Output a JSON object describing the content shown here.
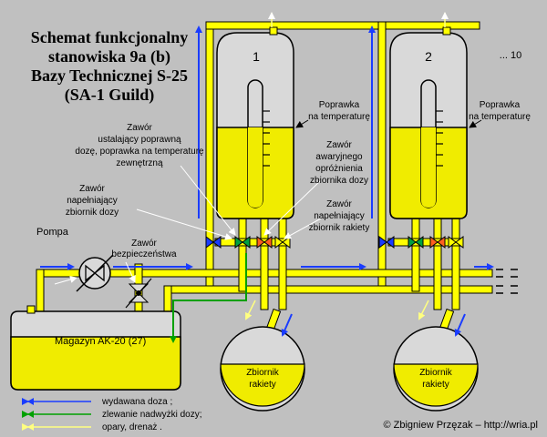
{
  "title": {
    "line1": "Schemat funkcjonalny",
    "line2": "stanowiska 9a (b)",
    "line3": "Bazy Technicznej S-25",
    "line4": "(SA-1 Guild)"
  },
  "stations": {
    "s1": "1",
    "s2": "2",
    "more": "... 10"
  },
  "labels": {
    "correction1_l1": "Poprawka",
    "correction1_l2": "na temperaturę",
    "correction2_l1": "Poprawka",
    "correction2_l2": "na temperaturę",
    "dose_valve_l1": "Zawór",
    "dose_valve_l2": "ustalający poprawną",
    "dose_valve_l3": "dozę, poprawka na temperaturę",
    "dose_valve_l4": "zewnętrzną",
    "emergency_l1": "Zawór",
    "emergency_l2": "awaryjnego",
    "emergency_l3": "opróżnienia",
    "emergency_l4": "zbiornika dozy",
    "fill_dose_l1": "Zawór",
    "fill_dose_l2": "napełniający",
    "fill_dose_l3": "zbiornik dozy",
    "fill_rocket_l1": "Zawór",
    "fill_rocket_l2": "napełniający",
    "fill_rocket_l3": "zbiornik rakiety",
    "pump": "Pompa",
    "safety_l1": "Zawór",
    "safety_l2": "bezpieczeństwa",
    "storage": "Magazyn AK-20 (27)",
    "rocket1_l1": "Zbiornik",
    "rocket1_l2": "rakiety",
    "rocket2_l1": "Zbiornik",
    "rocket2_l2": "rakiety"
  },
  "legend": {
    "blue": "wydawana doza ;",
    "green": "zlewanie nadwyżki dozy;",
    "yellow": "opary, drenaż ."
  },
  "copyright": "© Zbigniew Przęzak – http://wria.pl",
  "colors": {
    "background": "#c0c0c0",
    "fluid": "#f0ec00",
    "pipe_fill": "#ffff00",
    "outline": "#000000",
    "flow_blue": "#1a3cff",
    "flow_green": "#00a000",
    "flow_yellow": "#ffff80",
    "valve_blue": "#1a3cff",
    "valve_green": "#00a040",
    "valve_orange": "#ff6020",
    "valve_yellow": "#ffff00"
  }
}
